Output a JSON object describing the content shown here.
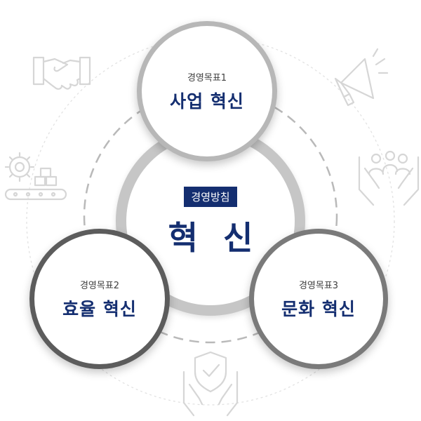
{
  "policy": {
    "label": "경영방침",
    "title": "혁 신"
  },
  "goals": [
    {
      "label": "경영목표1",
      "title": "사업 혁신"
    },
    {
      "label": "경영목표2",
      "title": "효율 혁신"
    },
    {
      "label": "경영목표3",
      "title": "문화 혁신"
    }
  ],
  "colors": {
    "navy": "#142e70",
    "center_ring": "#c6c6c6",
    "goal1_ring": "#b7b7b7",
    "goal2_ring": "#5c5c5c",
    "goal3_ring": "#7a7a7a",
    "icon_line": "#d6d6d6"
  },
  "icons": [
    "handshake-icon",
    "megaphone-icon",
    "gear-conveyor-icon",
    "hands-people-icon",
    "shield-check-hands-icon"
  ]
}
